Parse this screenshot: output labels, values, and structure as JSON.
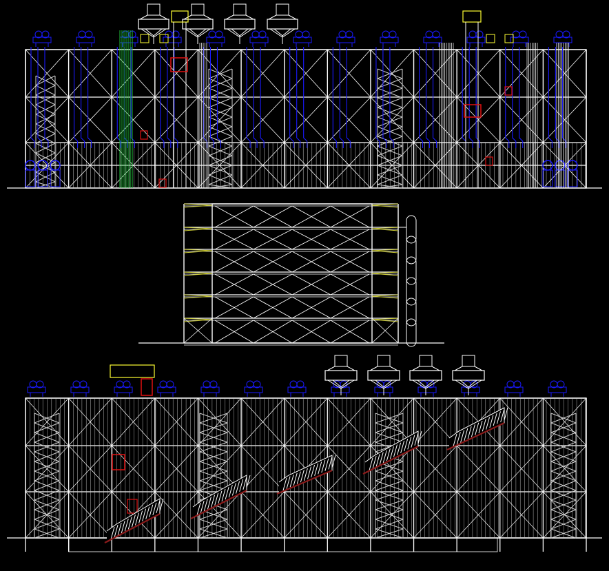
{
  "drawing": {
    "kind": "CAD elevations",
    "background": "#000000",
    "colors": {
      "structure": "#ffffff",
      "secondary": "#cfcfcf",
      "ducts": "#1a1aff",
      "highlight_boxes": "#ffff33",
      "green_pipes": "#1fbf3a",
      "red_elements": "#e01010",
      "stair_rail": "#8b1a1a",
      "cantilever_yellow": "#cccc33"
    },
    "views": [
      {
        "id": "upper-elevation",
        "has_ducts": true,
        "has_vents": true
      },
      {
        "id": "side-elevation",
        "has_ducts": false,
        "has_vents": false
      },
      {
        "id": "lower-elevation",
        "has_escalators": true,
        "has_vents": true
      }
    ]
  }
}
